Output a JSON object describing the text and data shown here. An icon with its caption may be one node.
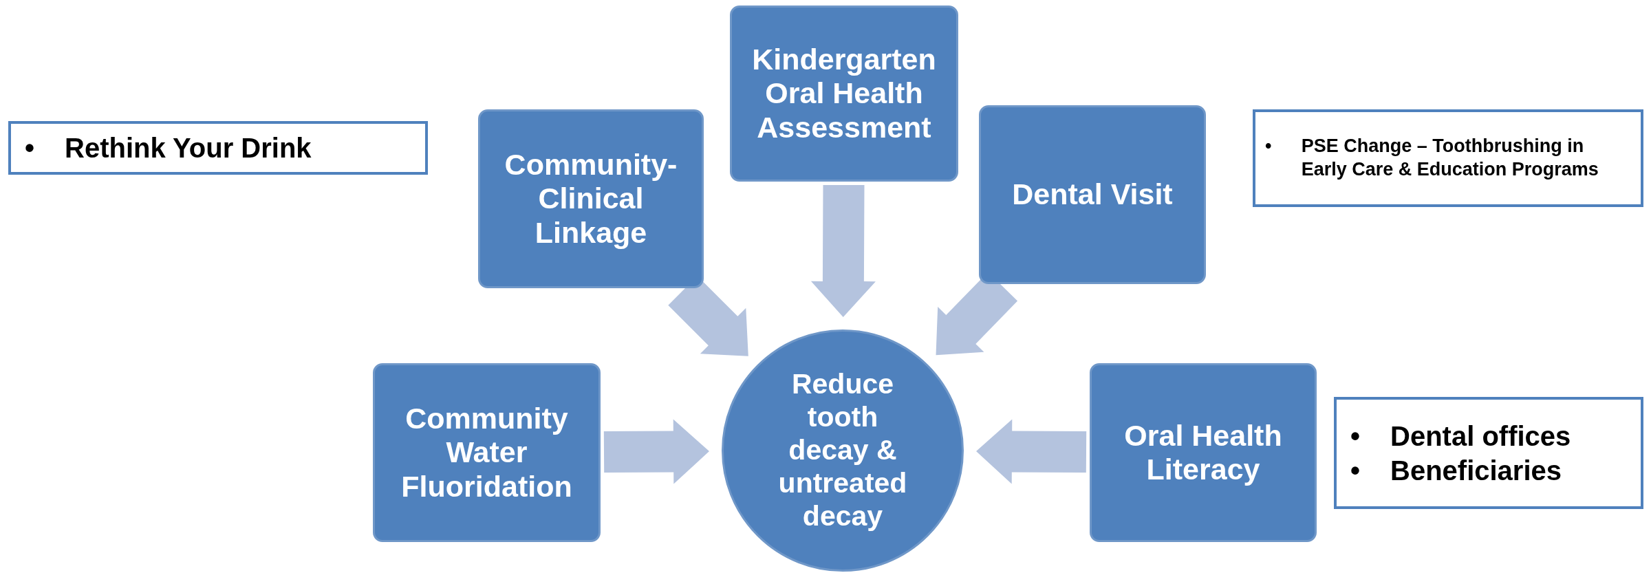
{
  "diagram": {
    "nodes": [
      {
        "text": [
          "Kindergarten Oral Health Assessment"
        ]
      },
      {
        "text": [
          "•",
          "Rethink Your Drink"
        ]
      },
      {
        "text": [
          "Community-Clinical Linkage"
        ]
      },
      {
        "text": [
          "Dental Visit"
        ]
      },
      {
        "text": [
          "•",
          "PSE Change – Toothbrushing in Early Care & Education Programs"
        ]
      },
      {
        "text": [
          "Community Water Fluoridation"
        ]
      },
      {
        "text": [
          "Reduce tooth decay & untreated decay"
        ]
      },
      {
        "text": [
          "Oral Health Literacy"
        ]
      },
      {
        "text": [
          "•",
          "Dental offices",
          "•",
          "Beneficiaries"
        ]
      }
    ],
    "edges": [
      {
        "from": 2,
        "to": 6,
        "arrow": "to"
      },
      {
        "from": 0,
        "to": 6,
        "arrow": "to"
      },
      {
        "from": 3,
        "to": 6,
        "arrow": "to"
      },
      {
        "from": 5,
        "to": 6,
        "arrow": "to"
      },
      {
        "from": 7,
        "to": 6,
        "arrow": "to"
      }
    ]
  }
}
